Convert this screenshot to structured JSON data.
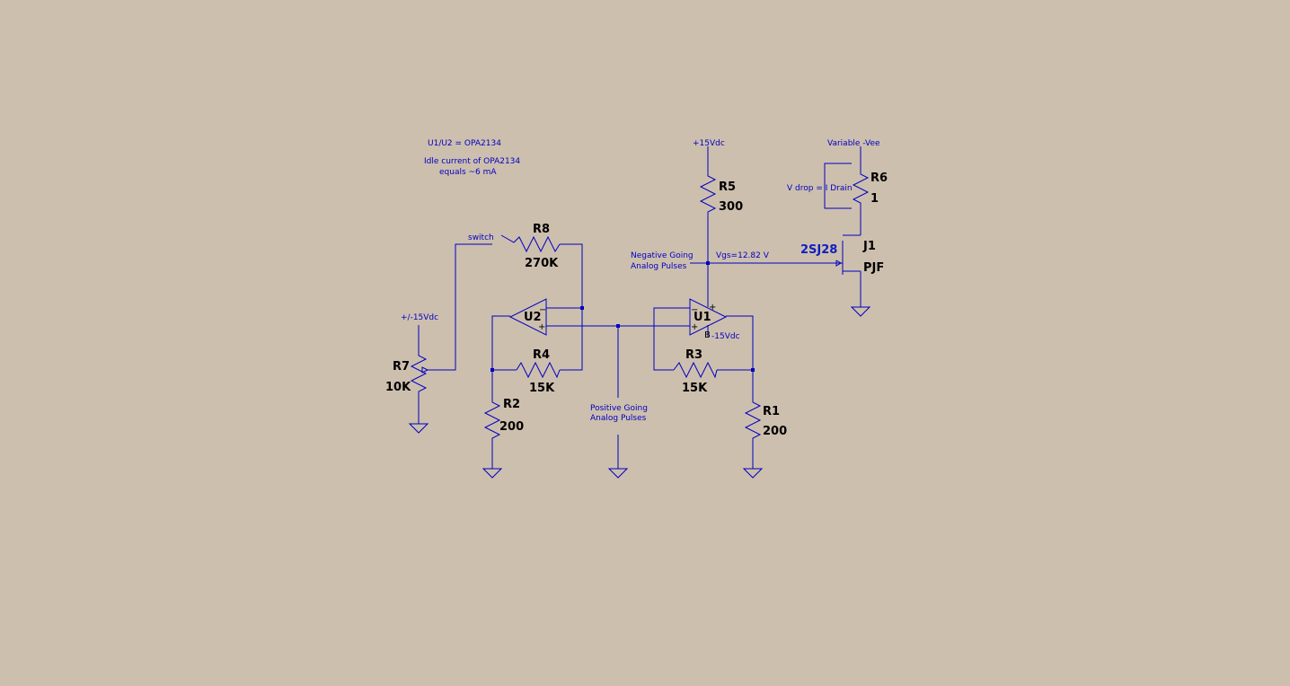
{
  "notes": {
    "device": "U1/U2 = OPA2134",
    "idle_line1": "Idle current of OPA2134",
    "idle_line2": "equals ~6 mA"
  },
  "labels": {
    "pos15": "+15Vdc",
    "neg15": "-15Vdc",
    "pm15": "+/-15Vdc",
    "variable_vee": "Variable -Vee",
    "vdrop": "V drop = I Drain",
    "vgs": "Vgs=12.82 V",
    "neg_pulses_1": "Negative Going",
    "neg_pulses_2": "Analog Pulses",
    "pos_pulses_1": "Positive Going",
    "pos_pulses_2": "Analog Pulses",
    "switch": "switch"
  },
  "components": {
    "R1": {
      "ref": "R1",
      "value": "200"
    },
    "R2": {
      "ref": "R2",
      "value": "200"
    },
    "R3": {
      "ref": "R3",
      "value": "15K"
    },
    "R4": {
      "ref": "R4",
      "value": "15K"
    },
    "R5": {
      "ref": "R5",
      "value": "300"
    },
    "R6": {
      "ref": "R6",
      "value": "1"
    },
    "R7": {
      "ref": "R7",
      "value": "10K"
    },
    "R8": {
      "ref": "R8",
      "value": "270K"
    },
    "U1": {
      "ref": "U1"
    },
    "U2": {
      "ref": "U2"
    },
    "J1": {
      "ref": "J1",
      "part": "2SJ28",
      "model": "PJF"
    }
  },
  "pins": {
    "minus": "−",
    "plus": "+",
    "b": "B"
  },
  "colors": {
    "background": "#CDBFAE",
    "wire": "#0000C0",
    "label": "#000000"
  }
}
